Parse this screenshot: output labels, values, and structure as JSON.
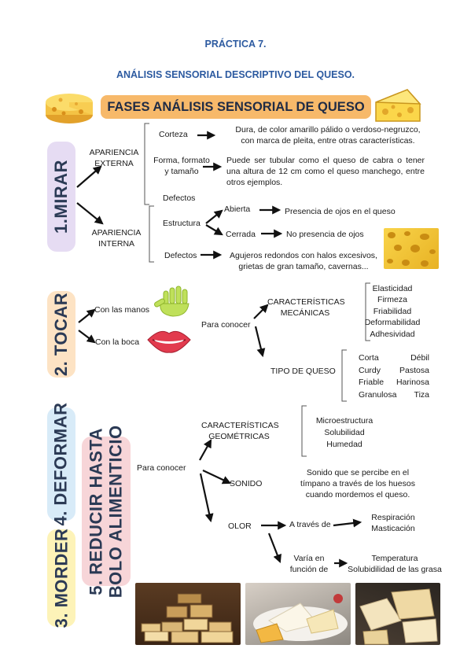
{
  "header": {
    "practice": "PRÁCTICA 7.",
    "title": "ANÁLISIS SENSORIAL DESCRIPTIVO DEL QUESO."
  },
  "banner": "FASES ANÁLISIS SENSORIAL DE QUESO",
  "phases": {
    "mirar": "1.MIRAR",
    "tocar": "2. TOCAR",
    "morder": "3. MORDER",
    "deformar": "4. DEFORMAR",
    "reducir_1": "5. REDUCIR HASTA",
    "reducir_2": "BOLO ALIMENTICIO"
  },
  "mirar": {
    "externa_1": "APARIENCIA",
    "externa_2": "EXTERNA",
    "interna_1": "APARIENCIA",
    "interna_2": "INTERNA",
    "corteza": "Corteza",
    "corteza_desc_1": "Dura,  de color amarillo pálido o verdoso-negruzco,",
    "corteza_desc_2": "con marca de pleita, entre otras características.",
    "forma_1": "Forma, formato",
    "forma_2": "y tamaño",
    "forma_desc": "Puede ser tubular como el queso de cabra o tener una altura de 12 cm como el queso manchego, entre otros ejemplos.",
    "defectos_ext": "Defectos",
    "estructura": "Estructura",
    "abierta": "Abierta",
    "abierta_desc": "Presencia de ojos en el queso",
    "cerrada": "Cerrada",
    "cerrada_desc": "No presencia de ojos",
    "defectos_int": "Defectos",
    "defectos_desc_1": "Agujeros redondos con halos excesivos,",
    "defectos_desc_2": "grietas de gran tamaño, cavernas..."
  },
  "tocar": {
    "manos": "Con las manos",
    "boca": "Con la boca",
    "para_conocer": "Para conocer",
    "mecanicas_1": "CARACTERÍSTICAS",
    "mecanicas_2": "MECÁNICAS",
    "mecanicas_items": [
      "Elasticidad",
      "Firmeza",
      "Friabilidad",
      "Deformabilidad",
      "Adhesividad"
    ],
    "tipo": "TIPO DE QUESO",
    "tipo_items": [
      [
        "Corta",
        "Débil"
      ],
      [
        "Curdy",
        "Pastosa"
      ],
      [
        "Friable",
        "Harinosa"
      ],
      [
        "Granulosa",
        "Tiza"
      ]
    ]
  },
  "bolo": {
    "para_conocer": "Para conocer",
    "geometricas_1": "CARACTERÍSTICAS",
    "geometricas_2": "GEOMÉTRICAS",
    "geometricas_items": [
      "Microestructura",
      "Solubilidad",
      "Humedad"
    ],
    "sonido": "SONIDO",
    "sonido_desc_1": "Sonido que se percibe en el",
    "sonido_desc_2": "tímpano a través de los huesos",
    "sonido_desc_3": "cuando mordemos el queso.",
    "olor": "OLOR",
    "a_traves": "A través de",
    "a_traves_items": [
      "Respiración",
      "Masticación"
    ],
    "varia_1": "Varía en",
    "varia_2": "función de",
    "varia_items": [
      "Temperatura",
      "Solubidilidad de las grasa"
    ]
  },
  "colors": {
    "heading_blue": "#2c5aa0",
    "banner_orange": "#f7b96a",
    "mirar_lavender": "#e6dcf3",
    "tocar_peach": "#fde3c4",
    "deformar_blue": "#d8ebf8",
    "morder_yellow": "#fdf3b8",
    "reducir_pink": "#f7d5d8"
  }
}
